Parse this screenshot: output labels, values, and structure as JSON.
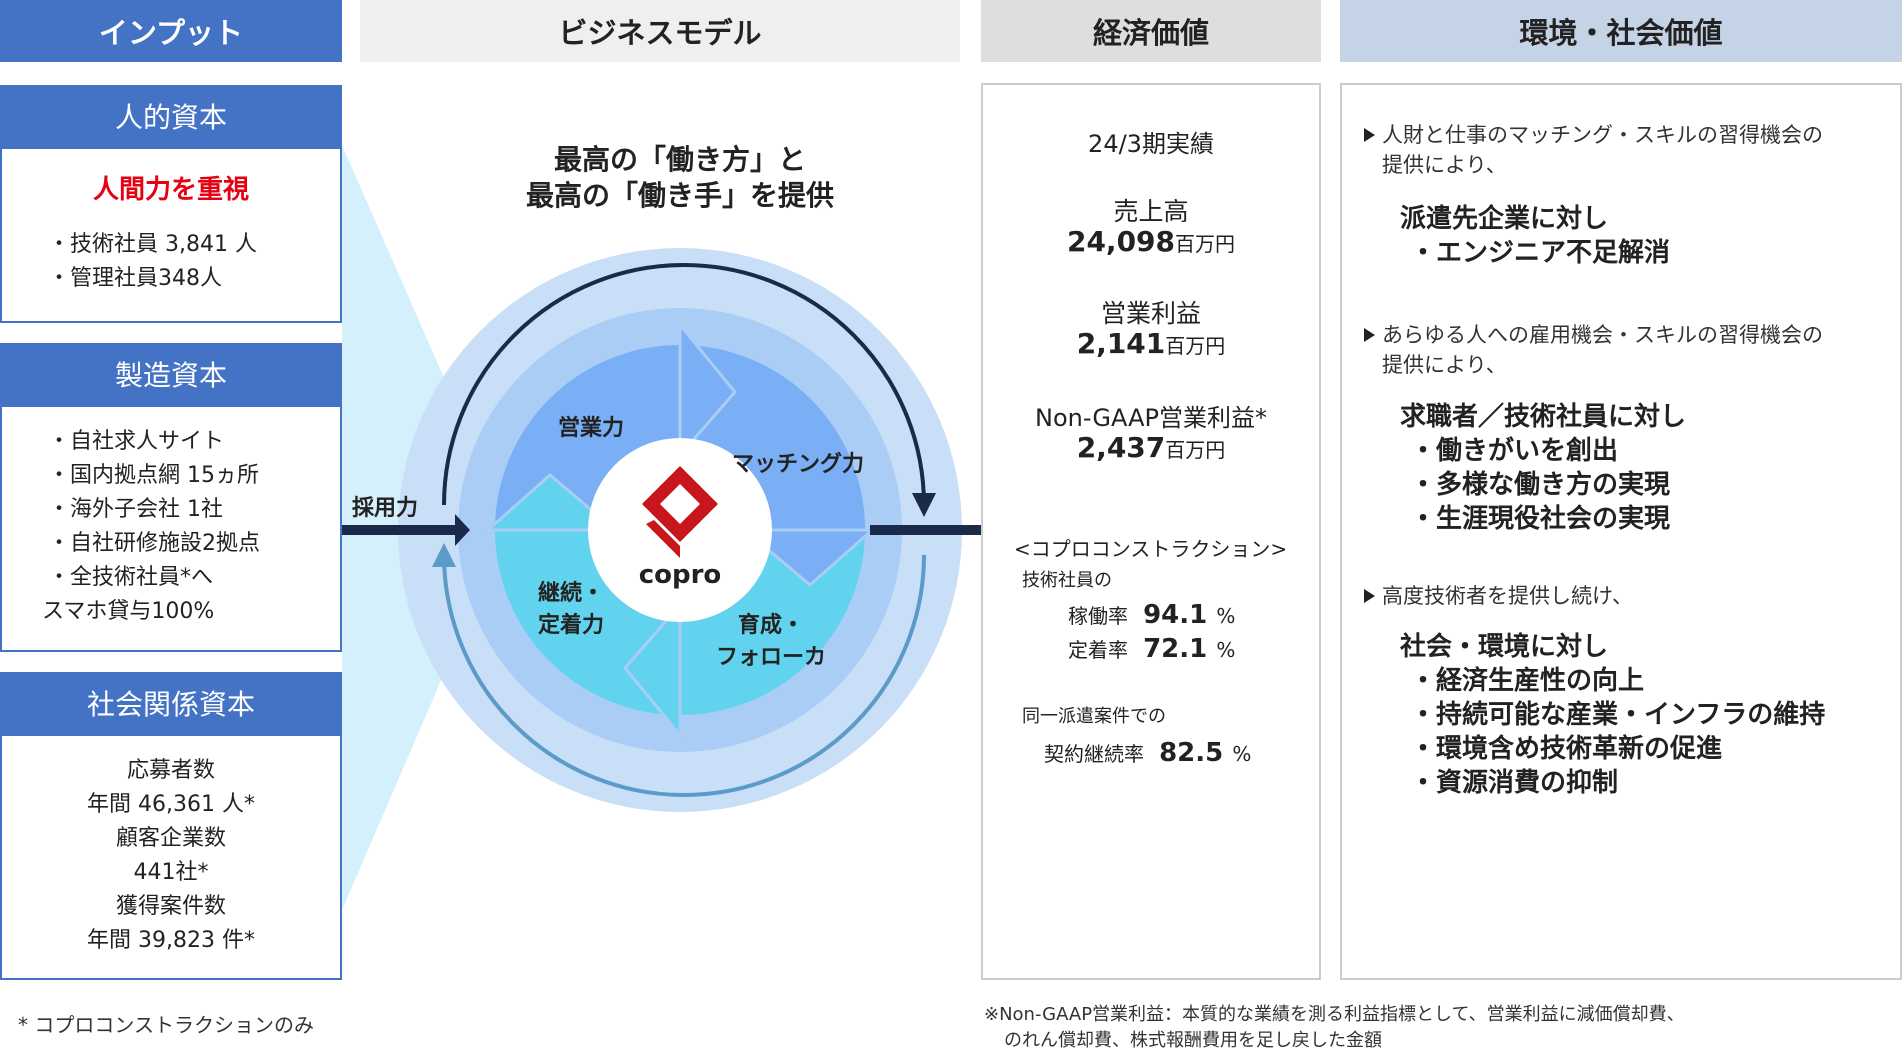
{
  "headers": {
    "input": "インプット",
    "business_model": "ビジネスモデル",
    "economic_value": "経済価値",
    "env_social_value": "環境・社会価値"
  },
  "input": {
    "human_capital": {
      "title": "人的資本",
      "emphasis": "人間力を重視",
      "items": [
        "・技術社員 3,841 人",
        "・管理社員348人"
      ]
    },
    "manufactured_capital": {
      "title": "製造資本",
      "items": [
        "・自社求人サイト",
        "・国内拠点網 15ヵ所",
        "・海外子会社 1社",
        "・自社研修施設2拠点",
        "・全技術社員*へ"
      ],
      "last_line": "スマホ貸与100%"
    },
    "social_capital": {
      "title": "社会関係資本",
      "lines": [
        "応募者数",
        "年間 46,361 人*",
        "顧客企業数",
        "441社*",
        "獲得案件数",
        "年間 39,823 件*"
      ]
    }
  },
  "business_model": {
    "tagline_1": "最高の「働き方」と",
    "tagline_2": "最高の「働き手」を提供",
    "recruit": "採用力",
    "segments": {
      "sales": "営業力",
      "matching": "マッチング力",
      "training_1": "育成・",
      "training_2": "フォローカ",
      "retention_1": "継続・",
      "retention_2": "定着力"
    },
    "logo_text": "copro"
  },
  "economic": {
    "period": "24/3期実績",
    "sales_label": "売上高",
    "sales_value": "24,098",
    "sales_unit": "百万円",
    "op_label": "営業利益",
    "op_value": "2,141",
    "op_unit": "百万円",
    "ngaap_label": "Non-GAAP営業利益*",
    "ngaap_value": "2,437",
    "ngaap_unit": "百万円",
    "subsidiary": "<コプロコンストラクション>",
    "tech_staff": "技術社員の",
    "util_label": "稼働率",
    "util_value": "94.1",
    "util_unit": "%",
    "retention_label": "定着率",
    "retention_value": "72.1",
    "retention_unit": "%",
    "same_dispatch": "同一派遣案件での",
    "renewal_label": "契約継続率",
    "renewal_value": "82.5",
    "renewal_unit": "%"
  },
  "env_social": {
    "p1_line1": "人財と仕事のマッチング・スキルの習得機会の",
    "p1_line2": "提供により、",
    "b1": [
      "派遣先企業に対し",
      "・エンジニア不足解消"
    ],
    "p2_line1": "あらゆる人への雇用機会・スキルの習得機会の",
    "p2_line2": "提供により、",
    "b2": [
      "求職者／技術社員に対し",
      "・働きがいを創出",
      "・多様な働き方の実現",
      "・生涯現役社会の実現"
    ],
    "p3_line1": "高度技術者を提供し続け、",
    "b3": [
      "社会・環境に対し",
      "・経済生産性の向上",
      "・持続可能な産業・インフラの維持",
      "・環境含め技術革新の促進",
      "・資源消費の抑制"
    ]
  },
  "footnotes": {
    "left": "* コプロコンストラクションのみ",
    "right_1": "※Non-GAAP営業利益：本質的な業績を測る利益指標として、営業利益に減価償却費、",
    "right_2": "のれん償却費、株式報酬費用を足し戻した金額"
  },
  "colors": {
    "header_blue": "#4472c4",
    "emphasis_red": "#e60012",
    "ring_outer": "#c9def7",
    "segment_blue": "#7aaef5",
    "segment_cyan": "#62d3ee",
    "arrow_dark": "#1b2a4a",
    "logo_red": "#c8161d"
  }
}
